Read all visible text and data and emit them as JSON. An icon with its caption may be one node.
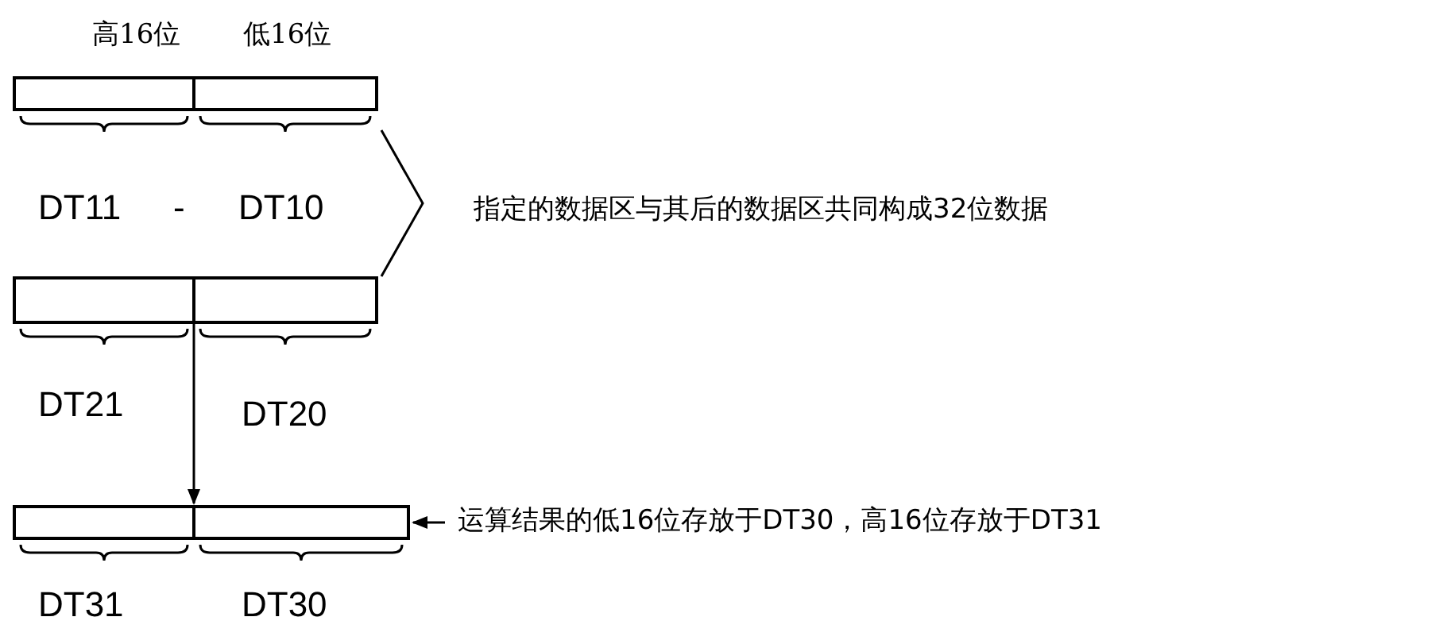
{
  "diagram": {
    "nodes": [
      {
        "text": [],
        "shape": "box",
        "beside": [
          "DT11"
        ]
      },
      {
        "text": [],
        "shape": "box",
        "beside": [
          "DT10"
        ]
      },
      {
        "text": [],
        "shape": "box",
        "beside": [
          "DT21"
        ]
      },
      {
        "text": [],
        "shape": "box",
        "beside": [
          "DT20"
        ]
      },
      {
        "text": [],
        "shape": "box",
        "beside": [
          "DT31"
        ]
      },
      {
        "text": [],
        "shape": "box",
        "beside": [
          "DT30"
        ]
      },
      {
        "text": [
          "运算结果的低16位存放于DT30，高16位存放于DT31"
        ]
      }
    ],
    "edges": [
      {
        "from": 2,
        "to": 4,
        "arrow": "to"
      },
      {
        "from": 6,
        "to": 5,
        "arrow": "to"
      }
    ],
    "labels": [
      "高16位",
      "低16位",
      "-",
      "指定的数据区与其后的数据区共同构成32位数据"
    ]
  }
}
